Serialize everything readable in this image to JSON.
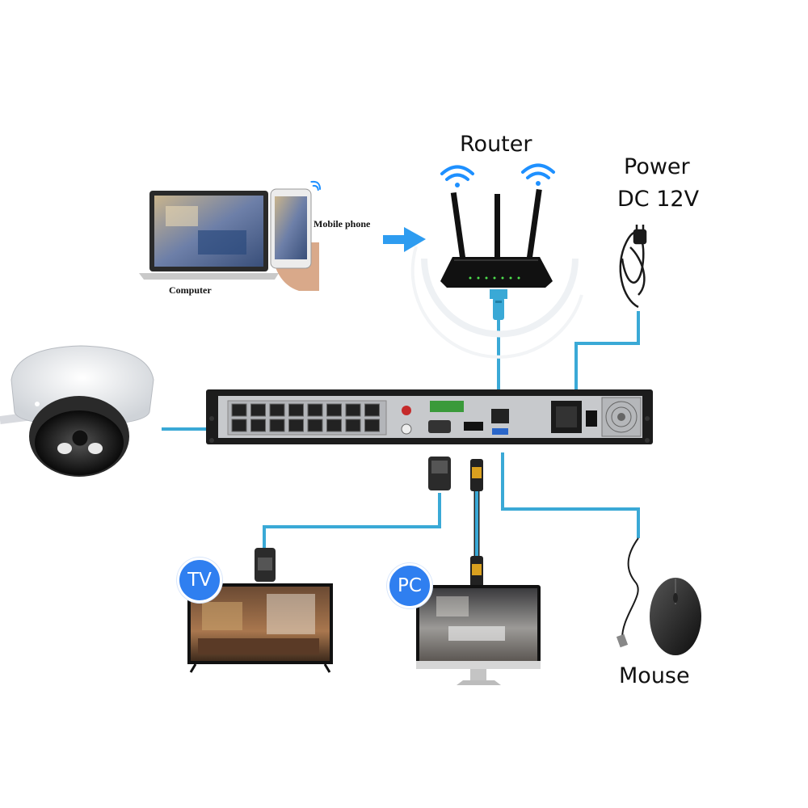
{
  "labels": {
    "router": "Router",
    "power_line1": "Power",
    "power_line2": "DC 12V",
    "mobile_phone": "Mobile phone",
    "computer": "Computer",
    "mouse": "Mouse",
    "tv_badge": "TV",
    "pc_badge": "PC"
  },
  "colors": {
    "cable": "#3aa9d6",
    "badge": "#2f7ff0",
    "arrow": "#2e9cf0",
    "wifi": "#1e90ff",
    "nvr_body": "#1c1c1c",
    "nvr_panel": "#c7c9cc"
  },
  "icons": [
    "wifi-icon",
    "arrow-right-icon",
    "hdmi-plug-icon",
    "vga-plug-icon",
    "rj45-plug-icon",
    "power-plug-icon"
  ]
}
